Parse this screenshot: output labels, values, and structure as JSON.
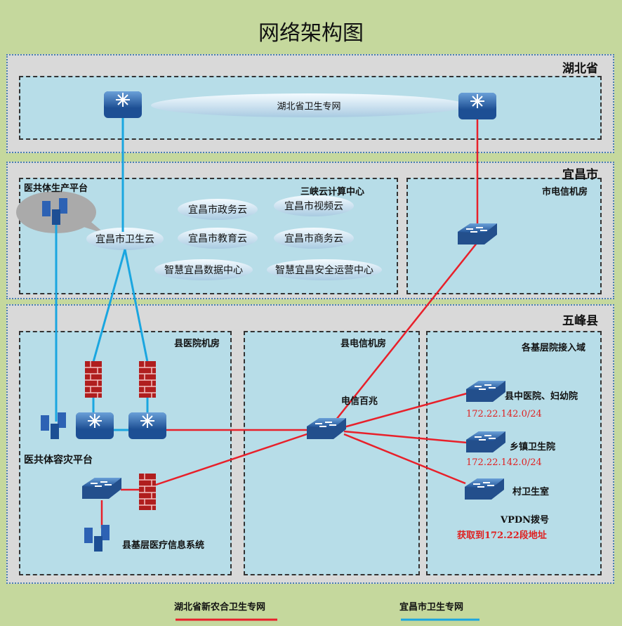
{
  "title": "网络架构图",
  "regions": {
    "hubei": {
      "name": "湖北省",
      "cloud": "湖北省卫生专网"
    },
    "yichang": {
      "name": "宜昌市",
      "platform": "医共体生产平台",
      "cloud_center": "三峡云计算中心",
      "telecom": "市电信机房",
      "health_cloud": "宜昌市卫生云",
      "clouds": [
        "宜昌市政务云",
        "宜昌市视频云",
        "宜昌市教育云",
        "宜昌市商务云",
        "智慧宜昌数据中心",
        "智慧宜昌安全运营中心"
      ]
    },
    "wufeng": {
      "name": "五峰县",
      "hospital_room": "县医院机房",
      "telecom_room": "县电信机房",
      "access": "各基层院接入域",
      "dr_platform": "医共体容灾平台",
      "info_system": "县基层医疗信息系统",
      "telecom_switch": "电信百兆",
      "sites": [
        {
          "name": "县中医院、妇幼院",
          "subnet": "172.22.142.0/24"
        },
        {
          "name": "乡镇卫生院",
          "subnet": "172.22.142.0/24"
        },
        {
          "name": "村卫生室",
          "subnet": ""
        }
      ],
      "vpdn": "VPDN拨号",
      "vpdn_note": "获取到172.22段地址"
    }
  },
  "legend": [
    {
      "label": "湖北省新农合卫生专网",
      "color": "#e8202a"
    },
    {
      "label": "宜昌市卫生专网",
      "color": "#1aa6e0"
    }
  ]
}
